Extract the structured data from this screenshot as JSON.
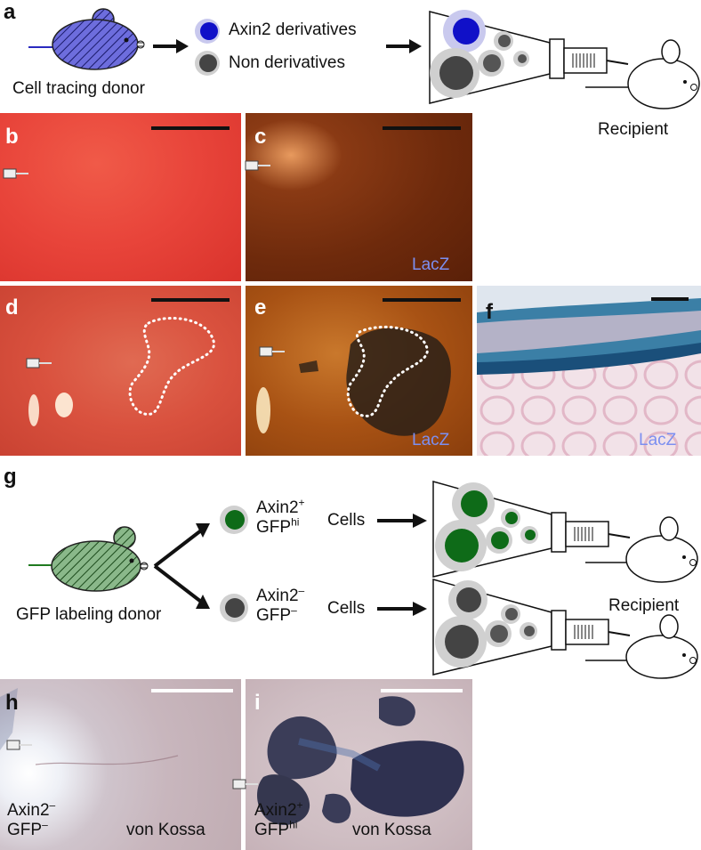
{
  "panel_labels": {
    "a": "a",
    "b": "b",
    "c": "c",
    "d": "d",
    "e": "e",
    "f": "f",
    "g": "g",
    "h": "h",
    "i": "i"
  },
  "row_a": {
    "donor_label": "Cell tracing donor",
    "legend_derivatives": "Axin2 derivatives",
    "legend_non": "Non derivatives",
    "recipient_label": "Recipient"
  },
  "stains": {
    "c": "LacZ",
    "e": "LacZ",
    "f": "LacZ"
  },
  "row_g": {
    "donor_label": "GFP labeling donor",
    "pos_line1": "Axin2",
    "pos_sup1": "+",
    "pos_line2": "GFP",
    "pos_sup2": "hi",
    "neg_line1": "Axin2",
    "neg_sup1": "–",
    "neg_line2": "GFP",
    "neg_sup2": "–",
    "cells_top": "Cells",
    "cells_bottom": "Cells",
    "recipient_label": "Recipient"
  },
  "panel_h": {
    "line1": "Axin2",
    "sup1": "–",
    "line2": "GFP",
    "sup2": "–",
    "stain": "von Kossa"
  },
  "panel_i": {
    "line1": "Axin2",
    "sup1": "+",
    "line2": "GFP",
    "sup2": "hi",
    "stain": "von Kossa"
  },
  "colors": {
    "axin2_blue": "#1010c8",
    "gfp_green": "#0e6b18",
    "non_gray": "#4a4a4a",
    "halo_gray": "#cfcfcf",
    "lacz_text": "#7c8ff0"
  }
}
